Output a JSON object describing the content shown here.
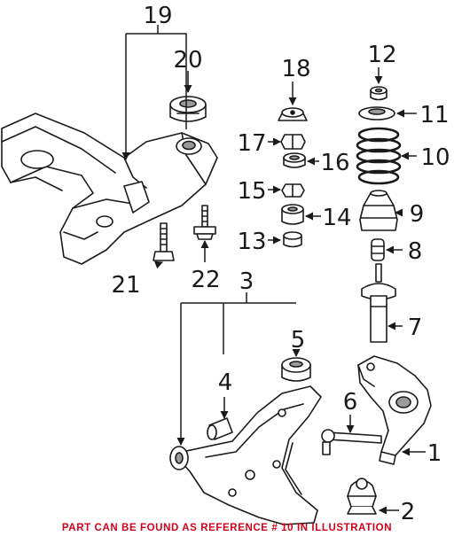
{
  "callouts": {
    "c1": "1",
    "c2": "2",
    "c3": "3",
    "c4": "4",
    "c5": "5",
    "c6": "6",
    "c7": "7",
    "c8": "8",
    "c9": "9",
    "c10": "10",
    "c11": "11",
    "c12": "12",
    "c13": "13",
    "c14": "14",
    "c15": "15",
    "c16": "16",
    "c17": "17",
    "c18": "18",
    "c19": "19",
    "c20": "20",
    "c21": "21",
    "c22": "22"
  },
  "caption": "PART CAN BE FOUND AS REFERENCE # 10 IN ILLUSTRATION",
  "colors": {
    "line": "#1a1a1a",
    "part_fill": "#ffffff",
    "shade": "#9a9a9a",
    "caption": "#d0021b"
  }
}
